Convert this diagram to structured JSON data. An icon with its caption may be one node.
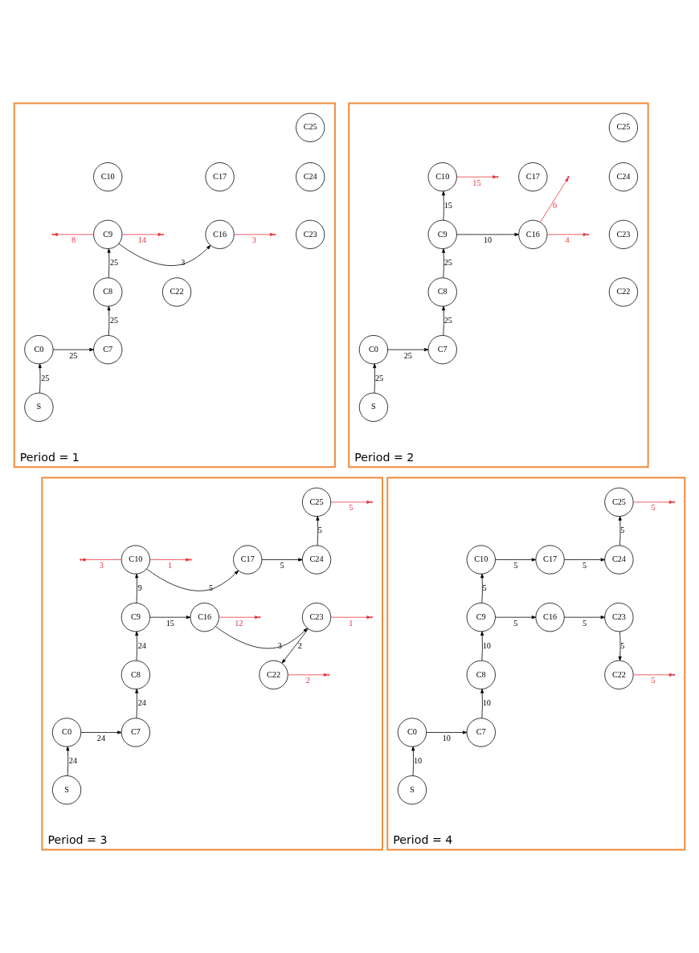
{
  "diagram": {
    "nodes": [
      {
        "text": [
          "Period = 1"
        ]
      },
      {
        "text": [
          "C25"
        ],
        "in": 0
      },
      {
        "text": [
          "C10"
        ],
        "in": 0
      },
      {
        "text": [
          "C17"
        ],
        "in": 0
      },
      {
        "text": [
          "C24"
        ],
        "in": 0
      },
      {
        "text": [
          "C9"
        ],
        "in": 0
      },
      {
        "text": [
          "C16"
        ],
        "in": 0
      },
      {
        "text": [
          "C23"
        ],
        "in": 0
      },
      {
        "text": [
          "C8"
        ],
        "in": 0
      },
      {
        "text": [
          "C22"
        ],
        "in": 0
      },
      {
        "text": [
          "C0"
        ],
        "in": 0
      },
      {
        "text": [
          "C7"
        ],
        "in": 0
      },
      {
        "text": [
          "S"
        ],
        "in": 0
      },
      {
        "text": [
          "Period = 2"
        ]
      },
      {
        "text": [
          "C25"
        ],
        "in": 13
      },
      {
        "text": [
          "C10"
        ],
        "in": 13
      },
      {
        "text": [
          "C17"
        ],
        "in": 13
      },
      {
        "text": [
          "C24"
        ],
        "in": 13
      },
      {
        "text": [
          "C9"
        ],
        "in": 13
      },
      {
        "text": [
          "C16"
        ],
        "in": 13
      },
      {
        "text": [
          "C23"
        ],
        "in": 13
      },
      {
        "text": [
          "C8"
        ],
        "in": 13
      },
      {
        "text": [
          "C22"
        ],
        "in": 13
      },
      {
        "text": [
          "C0"
        ],
        "in": 13
      },
      {
        "text": [
          "C7"
        ],
        "in": 13
      },
      {
        "text": [
          "S"
        ],
        "in": 13
      },
      {
        "text": [
          "Period = 3"
        ]
      },
      {
        "text": [
          "C25"
        ],
        "in": 26
      },
      {
        "text": [
          "C10"
        ],
        "in": 26
      },
      {
        "text": [
          "C17"
        ],
        "in": 26
      },
      {
        "text": [
          "C24"
        ],
        "in": 26
      },
      {
        "text": [
          "C9"
        ],
        "in": 26
      },
      {
        "text": [
          "C16"
        ],
        "in": 26
      },
      {
        "text": [
          "C23"
        ],
        "in": 26
      },
      {
        "text": [
          "C8"
        ],
        "in": 26
      },
      {
        "text": [
          "C22"
        ],
        "in": 26
      },
      {
        "text": [
          "C0"
        ],
        "in": 26
      },
      {
        "text": [
          "C7"
        ],
        "in": 26
      },
      {
        "text": [
          "S"
        ],
        "in": 26
      },
      {
        "text": [
          "Period = 4"
        ]
      },
      {
        "text": [
          "C25"
        ],
        "in": 39
      },
      {
        "text": [
          "C10"
        ],
        "in": 39
      },
      {
        "text": [
          "C17"
        ],
        "in": 39
      },
      {
        "text": [
          "C24"
        ],
        "in": 39
      },
      {
        "text": [
          "C9"
        ],
        "in": 39
      },
      {
        "text": [
          "C16"
        ],
        "in": 39
      },
      {
        "text": [
          "C23"
        ],
        "in": 39
      },
      {
        "text": [
          "C8"
        ],
        "in": 39
      },
      {
        "text": [
          "C22"
        ],
        "in": 39
      },
      {
        "text": [
          "C0"
        ],
        "in": 39
      },
      {
        "text": [
          "C7"
        ],
        "in": 39
      },
      {
        "text": [
          "S"
        ],
        "in": 39
      }
    ],
    "edges": [
      {
        "from": 12,
        "to": 10,
        "arrow": "to",
        "label": "25"
      },
      {
        "from": 10,
        "to": 11,
        "arrow": "to",
        "label": "25"
      },
      {
        "from": 11,
        "to": 8,
        "arrow": "to",
        "label": "25"
      },
      {
        "from": 8,
        "to": 5,
        "arrow": "to",
        "label": "25"
      },
      {
        "from": 5,
        "to": 6,
        "arrow": "to",
        "label": "3"
      },
      {
        "from": 5,
        "to": null,
        "arrow": "to",
        "label": "8",
        "color": "#e8323c"
      },
      {
        "from": 5,
        "to": null,
        "arrow": "to",
        "label": "14",
        "color": "#e8323c"
      },
      {
        "from": 6,
        "to": null,
        "arrow": "to",
        "label": "3",
        "color": "#e8323c"
      },
      {
        "from": 25,
        "to": 23,
        "arrow": "to",
        "label": "25"
      },
      {
        "from": 23,
        "to": 24,
        "arrow": "to",
        "label": "25"
      },
      {
        "from": 24,
        "to": 21,
        "arrow": "to",
        "label": "25"
      },
      {
        "from": 21,
        "to": 18,
        "arrow": "to",
        "label": "25"
      },
      {
        "from": 18,
        "to": 15,
        "arrow": "to",
        "label": "15"
      },
      {
        "from": 18,
        "to": 19,
        "arrow": "to",
        "label": "10"
      },
      {
        "from": 15,
        "to": null,
        "arrow": "to",
        "label": "15",
        "color": "#e8323c"
      },
      {
        "from": 19,
        "to": null,
        "arrow": "to",
        "label": "6",
        "color": "#e8323c"
      },
      {
        "from": 19,
        "to": null,
        "arrow": "to",
        "label": "4",
        "color": "#e8323c"
      },
      {
        "from": 38,
        "to": 36,
        "arrow": "to",
        "label": "24"
      },
      {
        "from": 36,
        "to": 37,
        "arrow": "to",
        "label": "24"
      },
      {
        "from": 37,
        "to": 34,
        "arrow": "to",
        "label": "24"
      },
      {
        "from": 34,
        "to": 31,
        "arrow": "to",
        "label": "24"
      },
      {
        "from": 31,
        "to": 28,
        "arrow": "to",
        "label": "9"
      },
      {
        "from": 31,
        "to": 32,
        "arrow": "to",
        "label": "15"
      },
      {
        "from": 32,
        "to": 33,
        "arrow": "to",
        "label": "3"
      },
      {
        "from": 33,
        "to": 35,
        "arrow": "to",
        "label": "2"
      },
      {
        "from": 28,
        "to": 29,
        "arrow": "to",
        "label": "5"
      },
      {
        "from": 29,
        "to": 30,
        "arrow": "to",
        "label": "5"
      },
      {
        "from": 30,
        "to": 27,
        "arrow": "to",
        "label": "5"
      },
      {
        "from": 27,
        "to": null,
        "arrow": "to",
        "label": "5",
        "color": "#e8323c"
      },
      {
        "from": 28,
        "to": null,
        "arrow": "to",
        "label": "3",
        "color": "#e8323c"
      },
      {
        "from": 28,
        "to": null,
        "arrow": "to",
        "label": "1",
        "color": "#e8323c"
      },
      {
        "from": 33,
        "to": null,
        "arrow": "to",
        "label": "1",
        "color": "#e8323c"
      },
      {
        "from": 32,
        "to": null,
        "arrow": "to",
        "label": "12",
        "color": "#e8323c"
      },
      {
        "from": 35,
        "to": null,
        "arrow": "to",
        "label": "2",
        "color": "#e8323c"
      },
      {
        "from": 51,
        "to": 49,
        "arrow": "to",
        "label": "10"
      },
      {
        "from": 49,
        "to": 50,
        "arrow": "to",
        "label": "10"
      },
      {
        "from": 50,
        "to": 47,
        "arrow": "to",
        "label": "10"
      },
      {
        "from": 47,
        "to": 44,
        "arrow": "to",
        "label": "10"
      },
      {
        "from": 44,
        "to": 41,
        "arrow": "to",
        "label": "5"
      },
      {
        "from": 44,
        "to": 45,
        "arrow": "to",
        "label": "5"
      },
      {
        "from": 45,
        "to": 46,
        "arrow": "to",
        "label": "5"
      },
      {
        "from": 46,
        "to": 48,
        "arrow": "to",
        "label": "5"
      },
      {
        "from": 41,
        "to": 42,
        "arrow": "to",
        "label": "5"
      },
      {
        "from": 42,
        "to": 43,
        "arrow": "to",
        "label": "5"
      },
      {
        "from": 43,
        "to": 40,
        "arrow": "to",
        "label": "5"
      },
      {
        "from": 40,
        "to": null,
        "arrow": "to",
        "label": "5",
        "color": "#e8323c"
      },
      {
        "from": 48,
        "to": null,
        "arrow": "to",
        "label": "5",
        "color": "#e8323c"
      }
    ]
  }
}
